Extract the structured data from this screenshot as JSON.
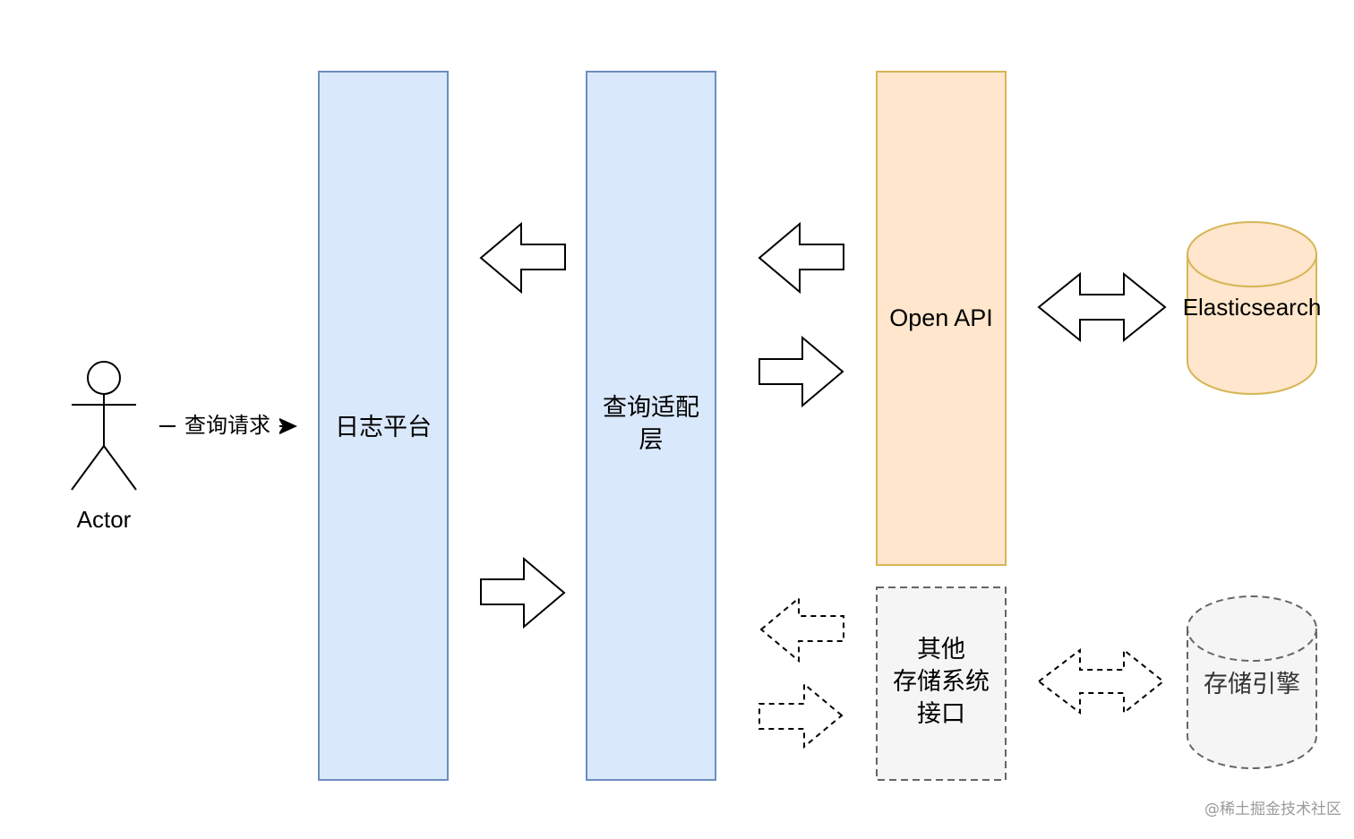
{
  "actor": {
    "label": "Actor"
  },
  "request": {
    "label": "查询请求"
  },
  "log_platform": {
    "label": "日志平台"
  },
  "query_adapter": {
    "line1": "查询适配",
    "line2": "层"
  },
  "open_api": {
    "label": "Open API"
  },
  "elasticsearch": {
    "label": "Elasticsearch"
  },
  "other_storage": {
    "line1": "其他",
    "line2": "存储系统",
    "line3": "接口"
  },
  "storage_engine": {
    "label": "存储引擎"
  },
  "watermark": {
    "text": "@稀土掘金技术社区"
  },
  "colors": {
    "blue_fill": "#dae8fc",
    "blue_stroke": "#6c8ebf",
    "orange_fill": "#ffe6cc",
    "orange_stroke": "#d6b656",
    "gray_fill": "#f5f5f5",
    "gray_stroke": "#666666"
  }
}
